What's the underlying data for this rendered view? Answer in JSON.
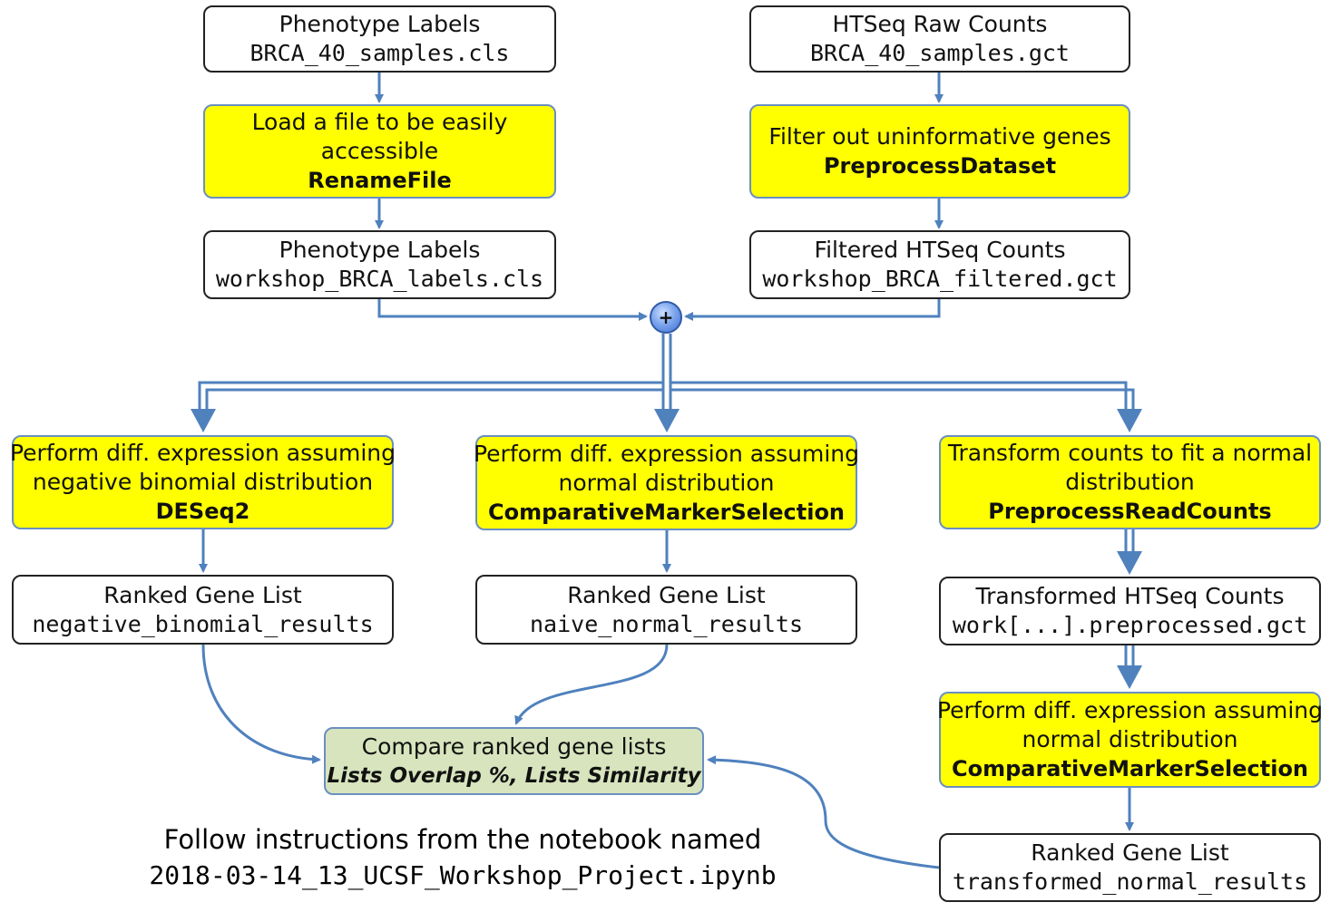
{
  "nodes": {
    "pheno_in": {
      "title": "Phenotype Labels",
      "file": "BRCA_40_samples.cls"
    },
    "counts_in": {
      "title": "HTSeq Raw Counts",
      "file": "BRCA_40_samples.gct"
    },
    "renamefile": {
      "line1": "Load a file to be easily",
      "line2": "accessible",
      "module": "RenameFile"
    },
    "preprocessdataset": {
      "line1": "Filter out uninformative genes",
      "module": "PreprocessDataset"
    },
    "pheno_out": {
      "title": "Phenotype Labels",
      "file": "workshop_BRCA_labels.cls"
    },
    "filtered_out": {
      "title": "Filtered HTSeq Counts",
      "file": "workshop_BRCA_filtered.gct"
    },
    "join": {
      "symbol": "+"
    },
    "deseq2": {
      "line1": "Perform diff. expression assuming",
      "line2": "negative binomial distribution",
      "module": "DESeq2"
    },
    "cms1": {
      "line1": "Perform diff. expression assuming",
      "line2": "normal distribution",
      "module": "ComparativeMarkerSelection"
    },
    "preprocessreadcounts": {
      "line1": "Transform counts to fit a normal",
      "line2": "distribution",
      "module": "PreprocessReadCounts"
    },
    "rank_nb": {
      "title": "Ranked Gene List",
      "file": "negative_binomial_results"
    },
    "rank_nn": {
      "title": "Ranked Gene List",
      "file": "naive_normal_results"
    },
    "transformed": {
      "title": "Transformed HTSeq Counts",
      "file": "work[...].preprocessed.gct"
    },
    "cms2": {
      "line1": "Perform diff. expression assuming",
      "line2": "normal distribution",
      "module": "ComparativeMarkerSelection"
    },
    "compare": {
      "line1": "Compare ranked gene lists",
      "modules": "Lists Overlap %, Lists Similarity"
    },
    "rank_tn": {
      "title": "Ranked Gene List",
      "file": "transformed_normal_results"
    }
  },
  "footer": {
    "line1": "Follow instructions from the notebook  named",
    "line2": "2018-03-14_13_UCSF_Workshop_Project.ipynb"
  },
  "colors": {
    "process_fill": "#ffff00",
    "compare_fill": "#d7e4bd",
    "connector": "#4f81bd",
    "box_border": "#222222"
  }
}
